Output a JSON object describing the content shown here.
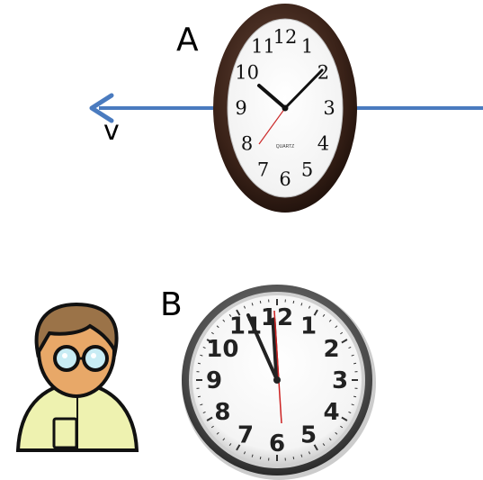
{
  "labels": {
    "a": "A",
    "b": "B",
    "velocity": "v"
  },
  "clock_a": {
    "numerals": [
      "12",
      "1",
      "2",
      "3",
      "4",
      "5",
      "6",
      "7",
      "8",
      "9",
      "10",
      "11"
    ],
    "brand_text": "QUARTZ",
    "frame_color": "#3a2218",
    "hand_color": "#111111",
    "second_hand_color": "#cc2a2a"
  },
  "clock_b": {
    "numerals": [
      "12",
      "1",
      "2",
      "3",
      "4",
      "5",
      "6",
      "7",
      "8",
      "9",
      "10",
      "11"
    ],
    "rim_color": "#555555",
    "second_hand_color": "#cc2222"
  },
  "arrow": {
    "color": "#4a7bbf",
    "direction": "left"
  },
  "observer": {
    "skin_color": "#e8a868",
    "hair_color": "#9b7348",
    "coat_color": "#eef2b0"
  }
}
